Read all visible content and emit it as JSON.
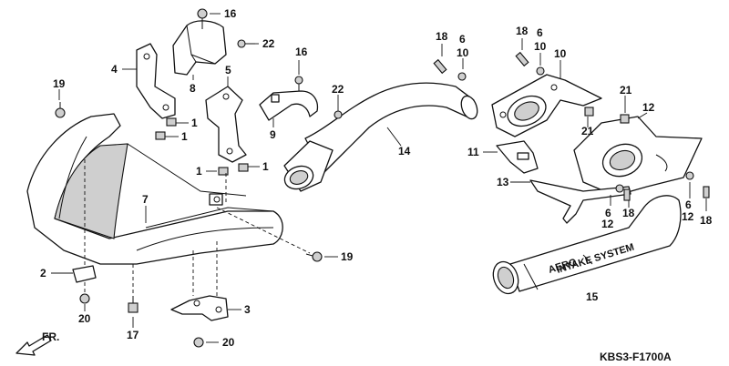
{
  "labels": {
    "p1a": "1",
    "p1b": "1",
    "p1c": "1",
    "p1d": "1",
    "p2": "2",
    "p3": "3",
    "p4": "4",
    "p5": "5",
    "p6a": "6",
    "p6b": "6",
    "p6c": "6",
    "p6d": "6",
    "p7": "7",
    "p8": "8",
    "p9": "9",
    "p10a": "10",
    "p10b": "10",
    "p10c": "10",
    "p11": "11",
    "p12a": "12",
    "p12b": "12",
    "p12c": "12",
    "p13": "13",
    "p14": "14",
    "p15": "15",
    "p16a": "16",
    "p16b": "16",
    "p17": "17",
    "p18a": "18",
    "p18b": "18",
    "p18c": "18",
    "p18d": "18",
    "p19a": "19",
    "p19b": "19",
    "p20a": "20",
    "p20b": "20",
    "p21a": "21",
    "p21b": "21",
    "p22a": "22",
    "p22b": "22"
  },
  "duct_text": {
    "line1": "AERO",
    "line2": "INTAKE SYSTEM"
  },
  "front_marker": "FR.",
  "diagram_code": "KBS3-F1700A"
}
